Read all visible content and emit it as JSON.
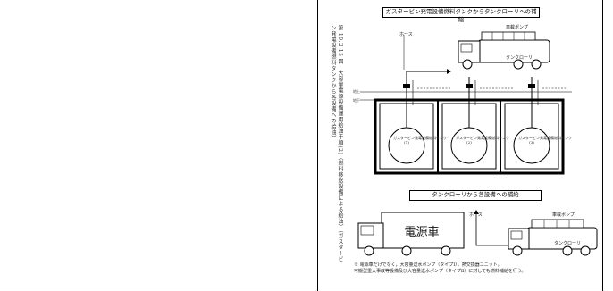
{
  "caption": {
    "vertical_text": "第 10.2-15 図　大容量電源設備運用給油手順(2)（燃料移送設備による給油）（ガスタービン発電設備燃料タンクから各設備への給油）"
  },
  "top_section": {
    "title": "ガスタービン発電設備燃料タンクからタンクローリへの補給",
    "hose_label": "ホース",
    "pump_label": "車載ポンプ",
    "lorry_label": "タンクローリ",
    "left_level_1": "地上",
    "left_level_2": "地下",
    "tank_label": "ガスタービン発電設備燃料タンク",
    "tank_ids": [
      "(1)",
      "(2)",
      "(3)"
    ]
  },
  "bottom_section": {
    "title": "タンクローリから各設備への補給",
    "hose_label": "ホース",
    "pump_label": "車載ポンプ",
    "lorry_label": "タンクローリ",
    "power_vehicle_label": "電源車"
  },
  "footnote": {
    "line1": "※ 電源車だけでなく，大容量送水ポンプ（タイプⅠ），熱交換器ユニット，",
    "line2": "可搬型重大事故等設備及び大容量送水ポンプ（タイプⅡ）に対しても燃料補給を行う。"
  }
}
